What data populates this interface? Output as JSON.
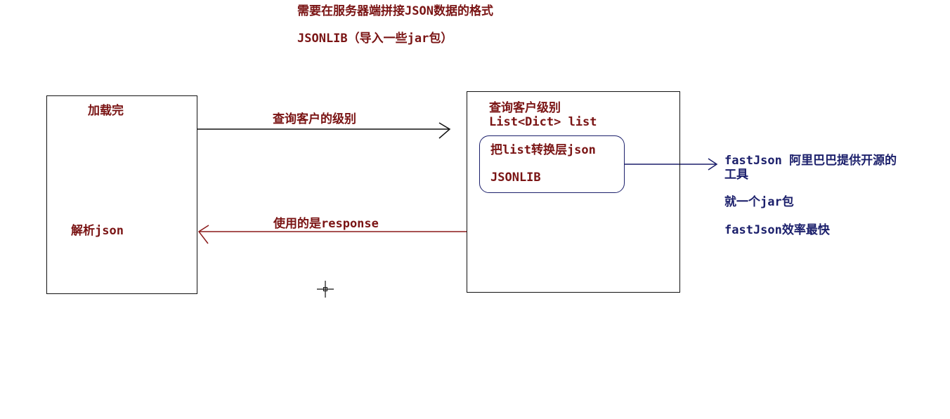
{
  "notes": {
    "line1": "需要在服务器端拼接JSON数据的格式",
    "line2": "JSONLIB（导入一些jar包）"
  },
  "client_box": {
    "top_label": "加载完",
    "bottom_label": "解析json"
  },
  "server_box": {
    "title": "查询客户级别",
    "subtitle": "List<Dict> list",
    "inner_line1": "把list转换层json",
    "inner_line2": "JSONLIB"
  },
  "arrows": {
    "request_label": "查询客户的级别",
    "response_label": "使用的是response"
  },
  "side_notes": {
    "line1": "fastJson 阿里巴巴提供开源的",
    "line1_wrap": "工具",
    "line2": "就一个jar包",
    "line3": "fastJson效率最快"
  },
  "colors": {
    "text_red": "#7a1414",
    "text_navy": "#1b1f6b",
    "line_black": "#111111",
    "line_red": "#8b1a1a"
  }
}
